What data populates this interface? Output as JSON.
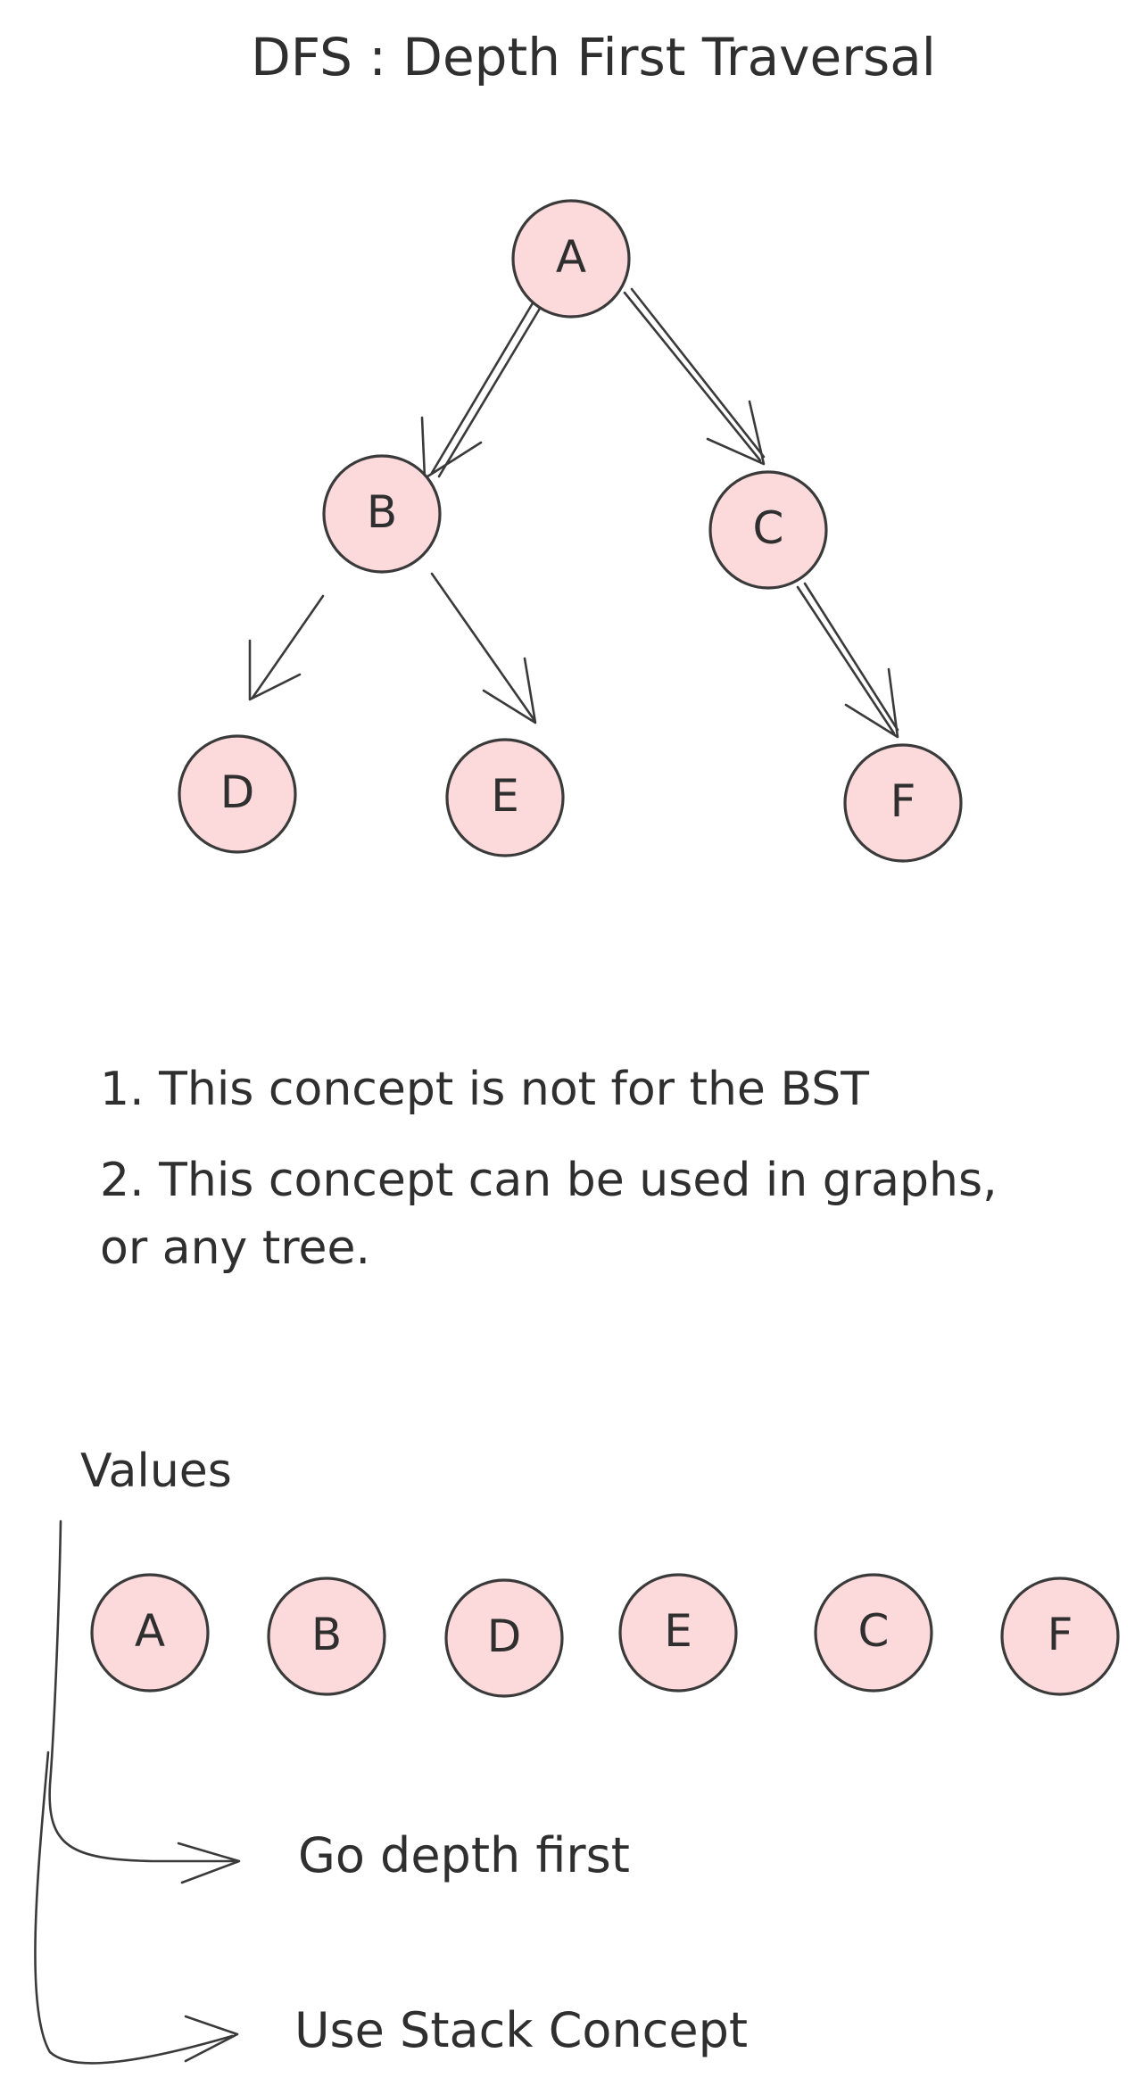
{
  "title": "DFS : Depth First Traversal",
  "tree": {
    "nodes": [
      {
        "id": "A",
        "label": "A"
      },
      {
        "id": "B",
        "label": "B"
      },
      {
        "id": "C",
        "label": "C"
      },
      {
        "id": "D",
        "label": "D"
      },
      {
        "id": "E",
        "label": "E"
      },
      {
        "id": "F",
        "label": "F"
      }
    ],
    "edges": [
      {
        "from": "A",
        "to": "B"
      },
      {
        "from": "A",
        "to": "C"
      },
      {
        "from": "B",
        "to": "D"
      },
      {
        "from": "B",
        "to": "E"
      },
      {
        "from": "C",
        "to": "F"
      }
    ]
  },
  "notes": {
    "line1": "1. This concept is not for the BST",
    "line2": "2. This concept can be used in graphs,",
    "line3": "or any tree."
  },
  "values_section": {
    "label": "Values",
    "sequence": [
      "A",
      "B",
      "D",
      "E",
      "C",
      "F"
    ],
    "point1": "Go depth first",
    "point2": "Use Stack Concept"
  },
  "colors": {
    "node_fill": "#fcd9db",
    "stroke": "#3a3a3a",
    "text": "#2f2f2f",
    "background": "#ffffff"
  }
}
